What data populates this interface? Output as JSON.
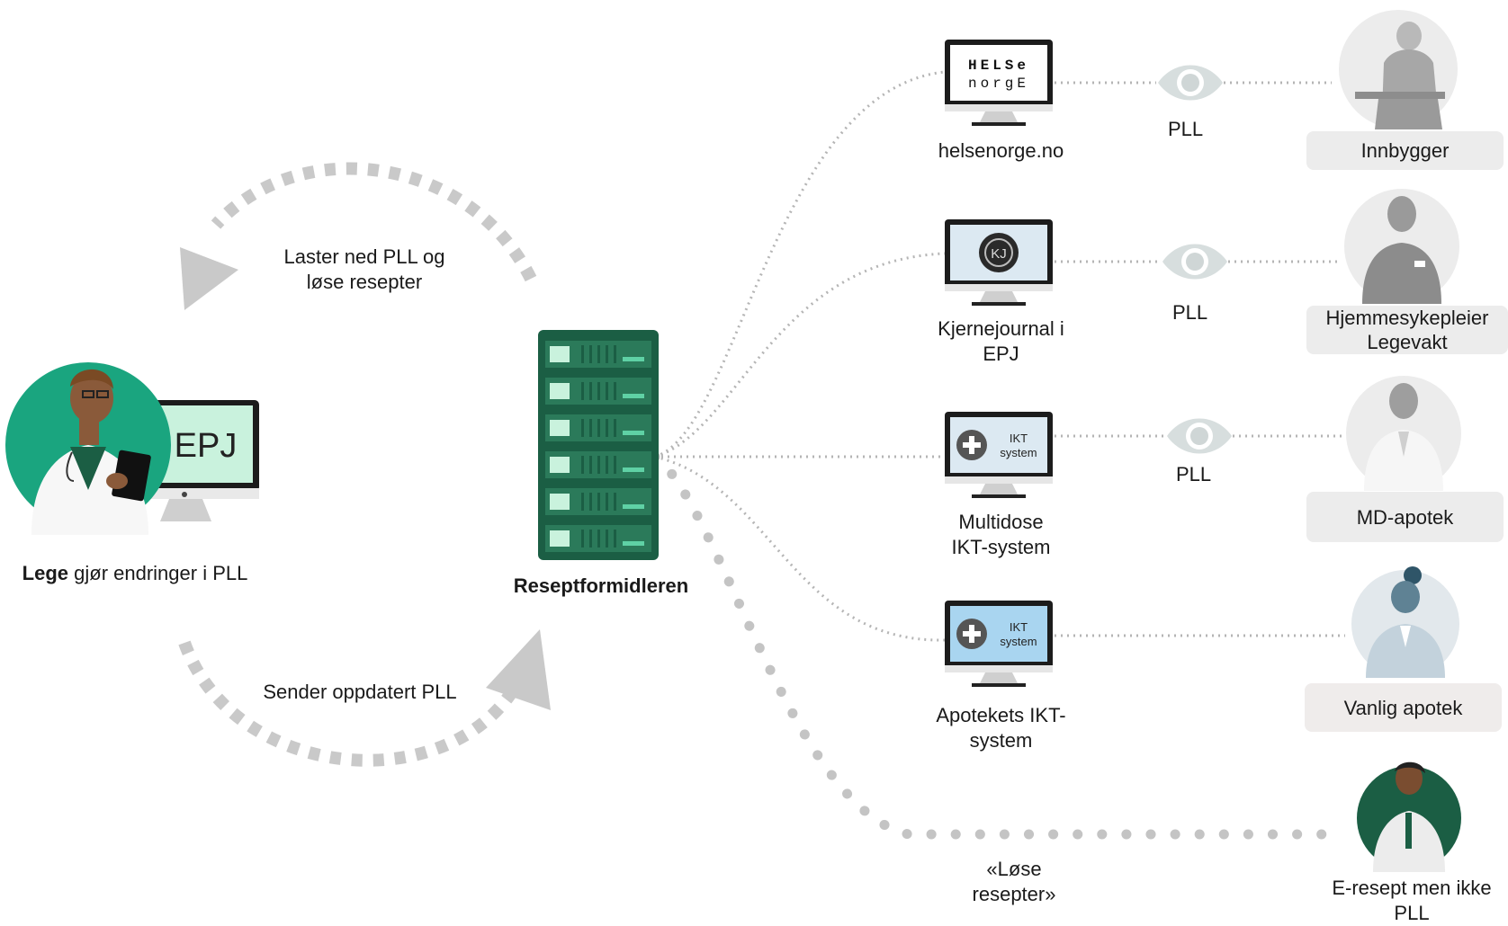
{
  "left": {
    "monitor_text": "EPJ",
    "caption_bold": "Lege",
    "caption_rest": " gjør endringer i PLL"
  },
  "arrows": {
    "download": "Laster ned PLL og\nløse resepter",
    "upload": "Sender oppdatert PLL"
  },
  "server": {
    "label": "Reseptformidleren"
  },
  "systems": [
    {
      "label": "helsenorge.no",
      "screen_line1": "HELSe",
      "screen_line2": "norgE"
    },
    {
      "label": "Kjernejournal i\nEPJ",
      "screen_text": "KJ"
    },
    {
      "label": "Multidose\nIKT-system",
      "screen_line1": "IKT",
      "screen_line2": "system"
    },
    {
      "label": "Apotekets IKT-\nsystem",
      "screen_line1": "IKT",
      "screen_line2": "system"
    }
  ],
  "pll_labels": [
    "PLL",
    "PLL",
    "PLL"
  ],
  "actors": [
    {
      "label": "Innbygger"
    },
    {
      "label": "Hjemmesykepleier\nLegevakt"
    },
    {
      "label": "MD-apotek"
    },
    {
      "label": "Vanlig apotek"
    },
    {
      "label": "E-resept men ikke\nPLL"
    }
  ],
  "bottom_path_label": "«Løse\nresepter»",
  "colors": {
    "green_dark": "#1b5e44",
    "green_teal": "#1aa57f",
    "green_light": "#c9f2dd",
    "monitor_blue": "#dce9f2",
    "arrow_gray": "#c9c9c9",
    "dot_gray": "#b5b5b5"
  },
  "icons": [
    "doctor-with-tablet",
    "server-rack",
    "monitor",
    "eye-icon",
    "person-avatar",
    "plus-icon",
    "kj-logo"
  ]
}
